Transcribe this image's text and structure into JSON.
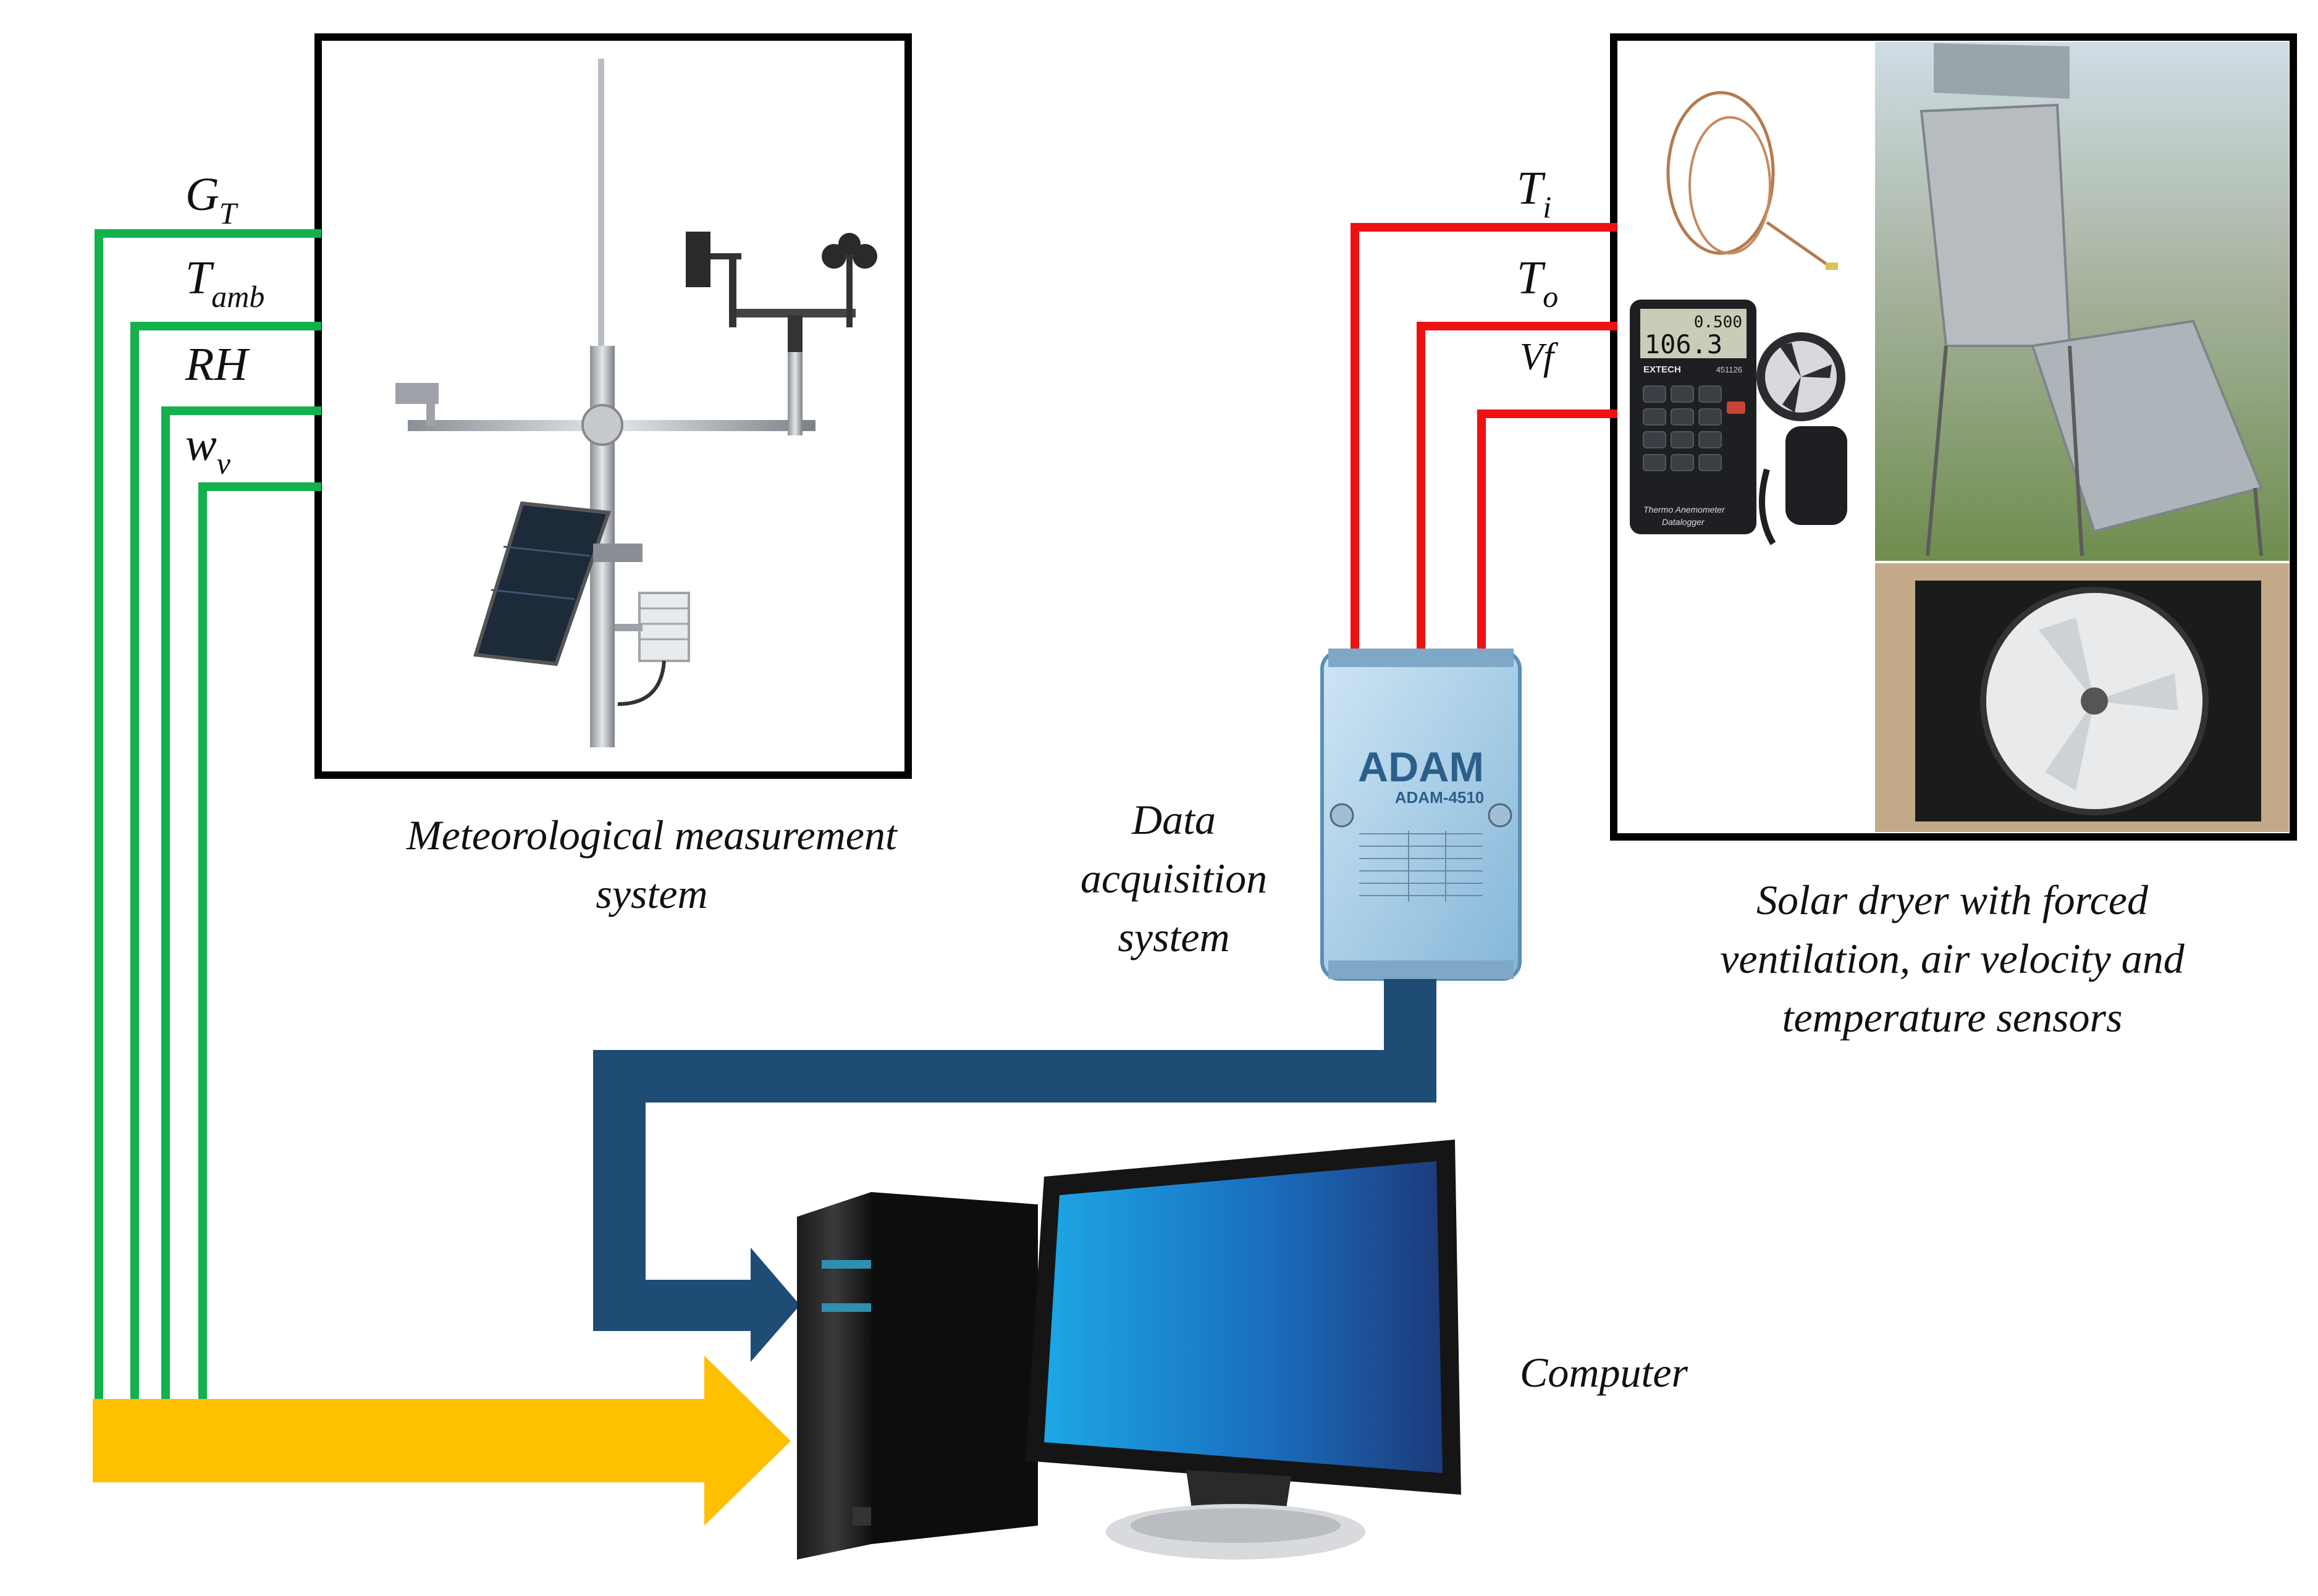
{
  "captions": {
    "meteo_line1": "Meteorological measurement",
    "meteo_line2": "system",
    "daq_line1": "Data",
    "daq_line2": "acquisition",
    "daq_line3": "system",
    "dryer_line1": "Solar dryer with forced",
    "dryer_line2": "ventilation, air velocity and",
    "dryer_line3": "temperature sensors",
    "computer": "Computer"
  },
  "meteo_signals": [
    {
      "main": "G",
      "sub": "T"
    },
    {
      "main": "T",
      "sub": "amb"
    },
    {
      "main": "RH",
      "sub": ""
    },
    {
      "main": "w",
      "sub": "v"
    }
  ],
  "dryer_signals": [
    {
      "main": "T",
      "sub": "i"
    },
    {
      "main": "T",
      "sub": "o"
    },
    {
      "main": "Vf",
      "sub": ""
    }
  ],
  "devices": {
    "daq_brand": "ADAM",
    "daq_model": "ADAM-4510",
    "anemometer_brand": "EXTECH",
    "anemometer_reading_top": "0.500",
    "anemometer_reading_main": "106.3",
    "anemometer_model": "451126",
    "anemometer_caption_1": "Thermo Anemometer",
    "anemometer_caption_2": "Datalogger"
  },
  "colors": {
    "meteo_wires": "#12b14c",
    "dryer_wires": "#ee1111",
    "daq_link": "#1e4c75",
    "meteo_link": "#ffc000",
    "frame": "#000000"
  }
}
